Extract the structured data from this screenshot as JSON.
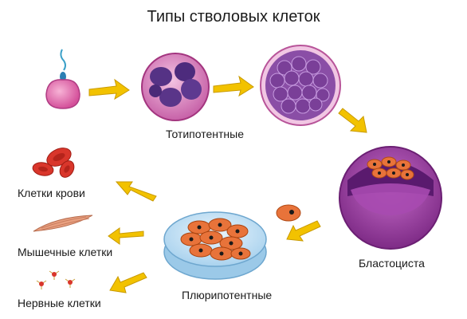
{
  "title": "Типы стволовых клеток",
  "labels": {
    "totipotent": "Тотипотентные",
    "blastocyst": "Бластоциста",
    "pluripotent": "Плюрипотентные",
    "blood_cells": "Клетки крови",
    "muscle_cells": "Мышечные клетки",
    "nerve_cells": "Нервные клетки"
  },
  "colors": {
    "arrow": "#f2c200",
    "zygote": "#e86fae",
    "embryo_cell": "#5b3a8e",
    "blastocyst": "#9b3fa0",
    "stem_cell": "#e8733a",
    "dish": "#cfe6f5",
    "blood": "#d9362b"
  }
}
